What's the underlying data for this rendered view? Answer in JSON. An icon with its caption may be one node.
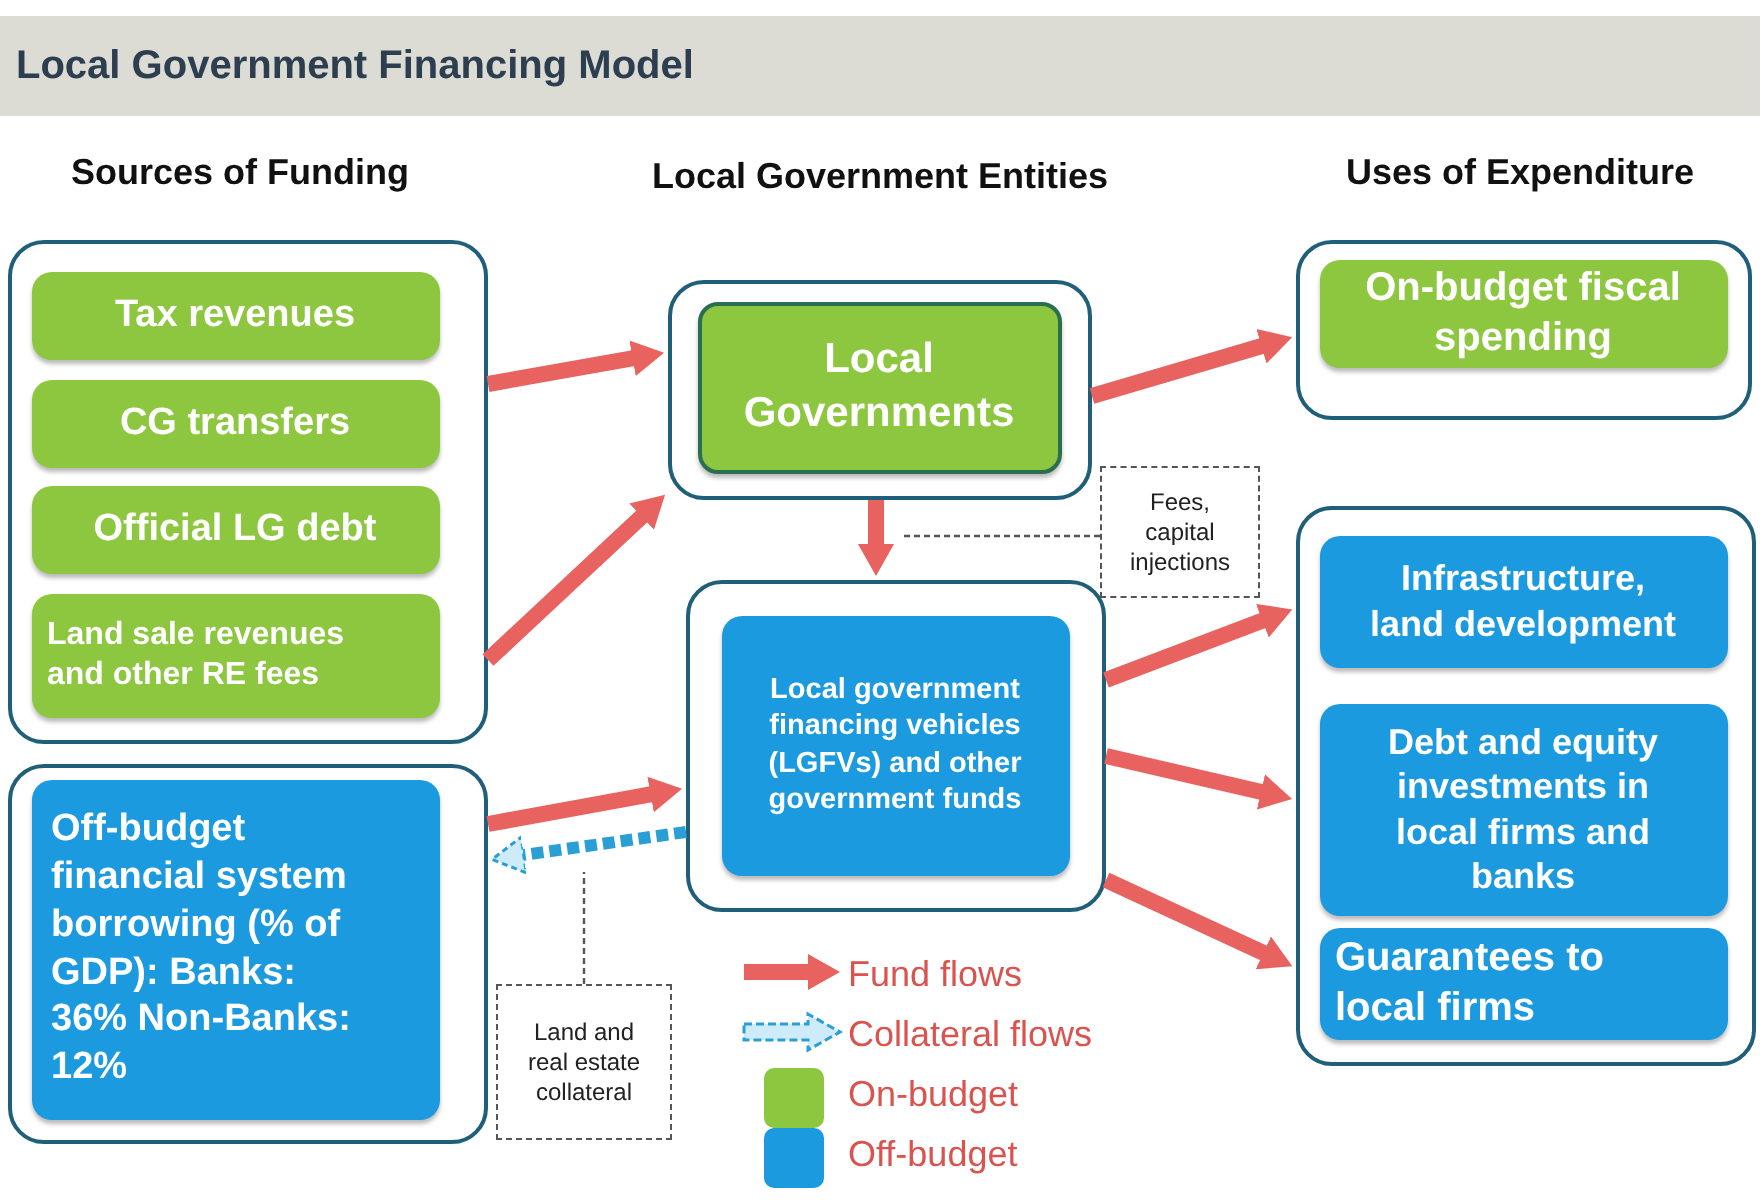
{
  "diagram": {
    "title": "Local Government Financing Model",
    "nodes": [
      {
        "text": [],
        "shape": "box"
      },
      {
        "text": [
          "Tax revenues"
        ],
        "in": 0
      },
      {
        "text": [
          "CG transfers"
        ],
        "in": 0
      },
      {
        "text": [
          "Official LG debt"
        ],
        "in": 0
      },
      {
        "text": [
          "Land sale revenues and other RE fees"
        ],
        "in": 0
      },
      {
        "text": [],
        "shape": "box"
      },
      {
        "text": [
          "Off-budget financial system borrowing (% of GDP): Banks: 36% Non-Banks: 12%"
        ],
        "in": 5
      },
      {
        "text": [],
        "shape": "box"
      },
      {
        "text": [
          "Local Governments"
        ],
        "in": 7
      },
      {
        "text": [],
        "shape": "box"
      },
      {
        "text": [
          "Local government financing vehicles (LGFVs) and other government funds"
        ],
        "in": 9
      },
      {
        "text": [],
        "shape": "box"
      },
      {
        "text": [
          "On-budget fiscal spending"
        ],
        "in": 11
      },
      {
        "text": [],
        "shape": "box"
      },
      {
        "text": [
          "Infrastructure, land development"
        ],
        "in": 13
      },
      {
        "text": [
          "Debt and equity investments in local firms and banks"
        ],
        "in": 13
      },
      {
        "text": [
          "Guarantees to local firms"
        ],
        "in": 13
      },
      {
        "text": [
          "Fees, capital injections"
        ]
      },
      {
        "text": [
          "Land and real estate collateral"
        ]
      }
    ],
    "edges": [
      {
        "from": 0,
        "to": 7,
        "arrow": "to"
      },
      {
        "from": 0,
        "to": 7,
        "arrow": "to"
      },
      {
        "from": 5,
        "to": 9,
        "arrow": "to"
      },
      {
        "from": 9,
        "to": 5,
        "arrow": "to",
        "style": "dashed",
        "color": "#2a9fd6"
      },
      {
        "from": 7,
        "to": 9,
        "arrow": "to"
      },
      {
        "from": 7,
        "to": 11,
        "arrow": "to"
      },
      {
        "from": 9,
        "to": 13,
        "arrow": "to"
      },
      {
        "from": 9,
        "to": 13,
        "arrow": "to"
      },
      {
        "from": 9,
        "to": 13,
        "arrow": "to"
      },
      {
        "from": 17,
        "to": null,
        "arrow": "none",
        "style": "dashed",
        "color": "#555555"
      },
      {
        "from": 18,
        "to": null,
        "arrow": "none",
        "style": "dashed",
        "color": "#555555"
      }
    ],
    "labels": [
      "Sources of Funding",
      "Local Government Entities",
      "Uses of Expenditure"
    ],
    "legend": [
      {
        "text": "Fund flows"
      },
      {
        "text": "Collateral flows"
      },
      {
        "text": "On-budget",
        "color": "#8dc63f"
      },
      {
        "text": "Off-budget",
        "color": "#1b9ae0"
      }
    ]
  }
}
